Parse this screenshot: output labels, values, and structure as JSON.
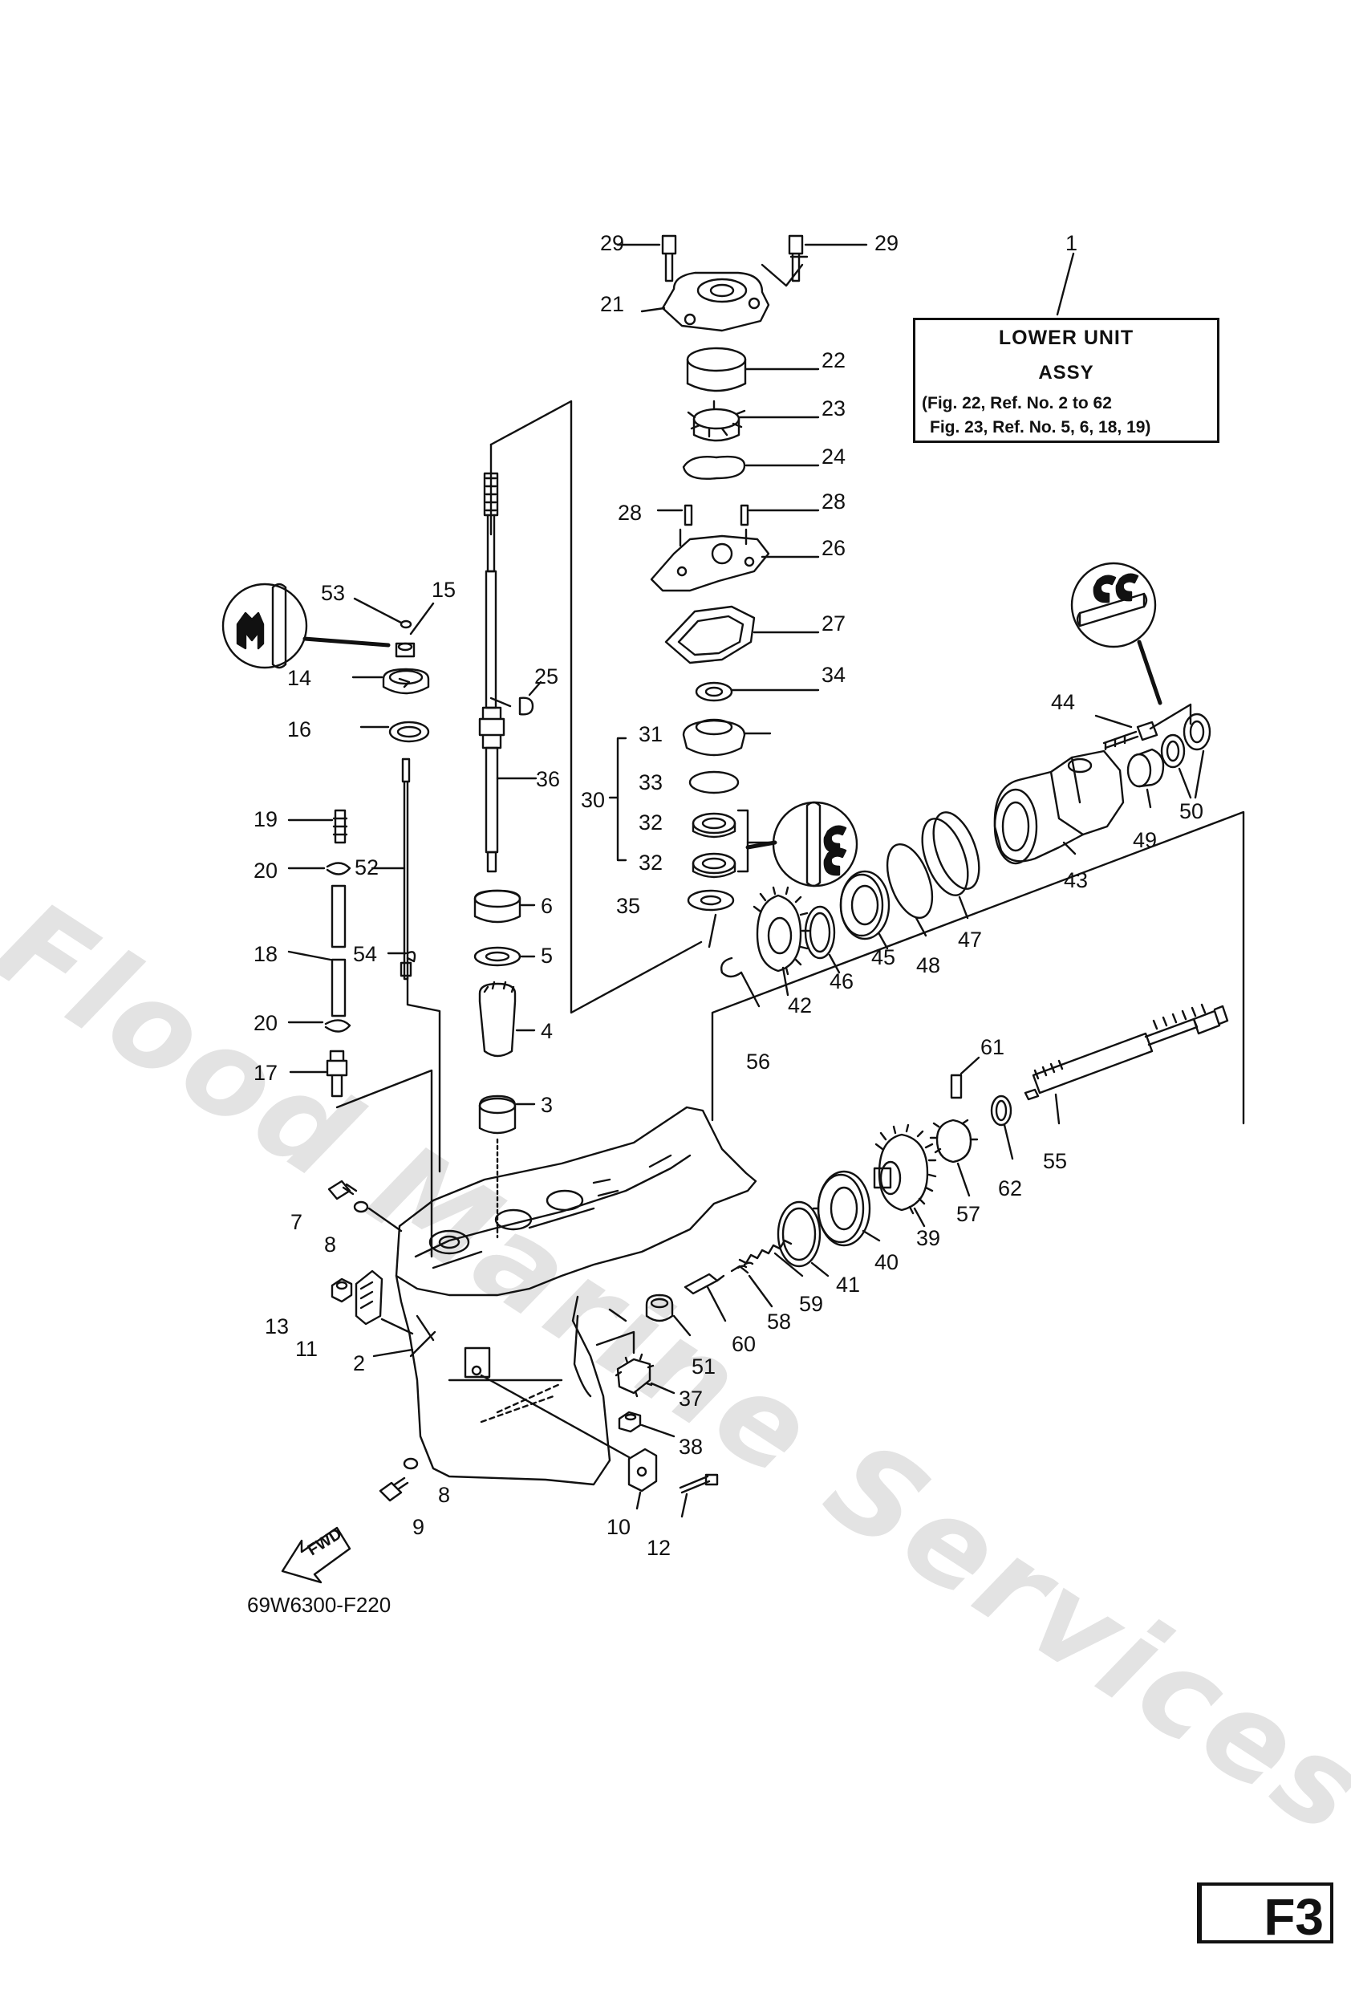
{
  "watermark": "Flood Marine Services",
  "title_box": {
    "line1": "LOWER UNIT",
    "line2": "ASSY",
    "line3": "(Fig. 22, Ref. No. 2 to 62",
    "line4": "Fig. 23, Ref. No. 5, 6, 18, 19)"
  },
  "diagram_code": "69W6300-F220",
  "page_tag": "F3",
  "fwd_label": "FWD",
  "callouts": {
    "c1": "1",
    "c2": "2",
    "c3": "3",
    "c4": "4",
    "c5": "5",
    "c6": "6",
    "c7": "7",
    "c8a": "8",
    "c8b": "8",
    "c9": "9",
    "c10": "10",
    "c11": "11",
    "c12": "12",
    "c13": "13",
    "c14": "14",
    "c15": "15",
    "c16": "16",
    "c17": "17",
    "c18": "18",
    "c19": "19",
    "c20a": "20",
    "c20b": "20",
    "c21": "21",
    "c22": "22",
    "c23": "23",
    "c24": "24",
    "c25": "25",
    "c26": "26",
    "c27": "27",
    "c28a": "28",
    "c28b": "28",
    "c29a": "29",
    "c29b": "29",
    "c30": "30",
    "c31": "31",
    "c32a": "32",
    "c32b": "32",
    "c33": "33",
    "c34": "34",
    "c35": "35",
    "c36": "36",
    "c37": "37",
    "c38": "38",
    "c39": "39",
    "c40": "40",
    "c41": "41",
    "c42": "42",
    "c43": "43",
    "c44": "44",
    "c45": "45",
    "c46": "46",
    "c47": "47",
    "c48": "48",
    "c49": "49",
    "c50": "50",
    "c51": "51",
    "c52": "52",
    "c53": "53",
    "c54": "54",
    "c55": "55",
    "c56": "56",
    "c57": "57",
    "c58": "58",
    "c59": "59",
    "c60": "60",
    "c61": "61",
    "c62": "62"
  },
  "icons": [
    "grease-symbol-icon",
    "oil-symbol-icon",
    "fwd-arrow-icon"
  ]
}
